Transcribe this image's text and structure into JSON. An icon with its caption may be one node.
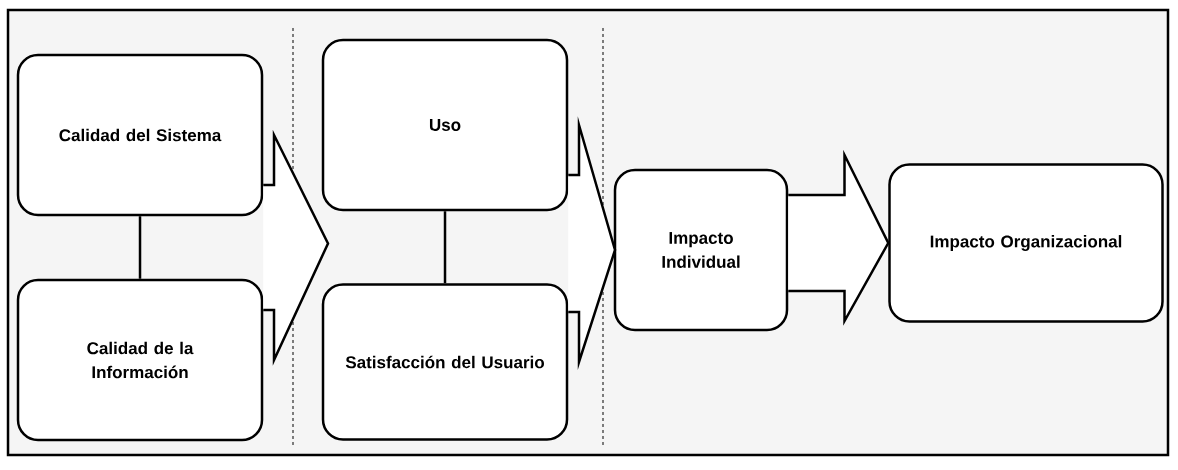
{
  "diagram": {
    "nodes": [
      {
        "text": [
          "Calidad del Sistema"
        ]
      },
      {
        "text": [
          "Calidad de la Información"
        ]
      },
      {
        "text": [
          "Uso"
        ]
      },
      {
        "text": [
          "Satisfacción del Usuario"
        ]
      },
      {
        "text": [
          "Impacto Individual"
        ]
      },
      {
        "text": [
          "Impacto Organizacional"
        ]
      }
    ],
    "edges": [
      {
        "from": 0,
        "to": 1,
        "arrow": "none"
      },
      {
        "from": 2,
        "to": 3,
        "arrow": "none"
      },
      {
        "from": 0,
        "to": 2,
        "arrow": "to"
      },
      {
        "from": 0,
        "to": 3,
        "arrow": "to"
      },
      {
        "from": 1,
        "to": 2,
        "arrow": "to"
      },
      {
        "from": 1,
        "to": 3,
        "arrow": "to"
      },
      {
        "from": 2,
        "to": 4,
        "arrow": "to"
      },
      {
        "from": 3,
        "to": 4,
        "arrow": "to"
      },
      {
        "from": 4,
        "to": 5,
        "arrow": "to"
      }
    ]
  }
}
